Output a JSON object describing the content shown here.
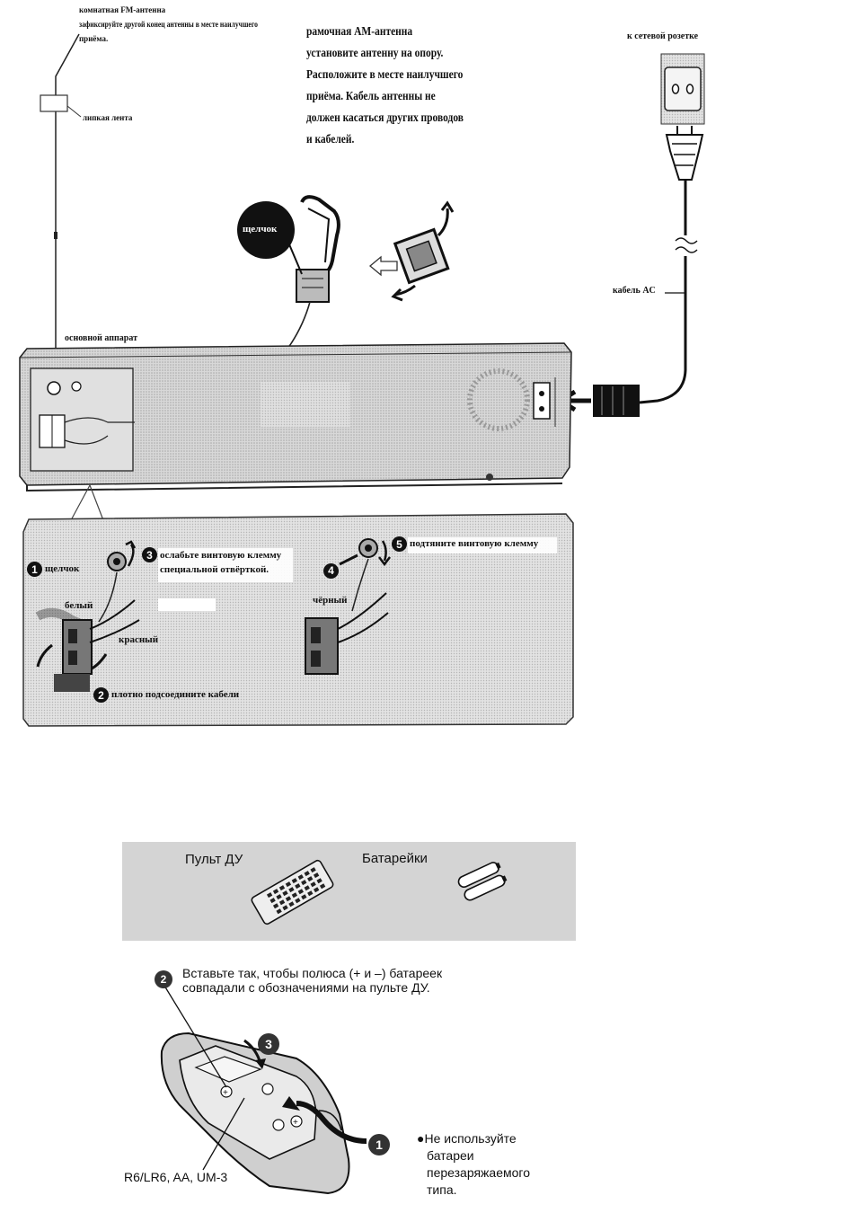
{
  "fm": {
    "title": "комнатная FM-антенна",
    "desc_line1": "зафиксируйте другой конец антенны в месте наилучшего",
    "desc_line2": "приёма.",
    "tape_label": "липкая лента"
  },
  "am": {
    "lines": [
      "рамочная AM-антенна",
      "установите антенну на опору.",
      "Расположите в месте наилучшего",
      "приёма. Кабель антенны не",
      "должен касаться других проводов",
      "и кабелей."
    ],
    "click_label": "щелчок"
  },
  "power": {
    "outlet_label": "к сетевой розетке",
    "cable_label": "кабель AC"
  },
  "main_unit_label": "основной аппарат",
  "steps": {
    "s1": {
      "num": "1",
      "text": "щелчок"
    },
    "s2": {
      "num": "2",
      "text": "плотно подсоедините кабели"
    },
    "s3": {
      "num": "3",
      "line1": "ослабьте винтовую клемму",
      "line2": "специальной отвёрткой."
    },
    "s4": {
      "num": "4"
    },
    "s5": {
      "num": "5",
      "text": "подтяните винтовую клемму"
    },
    "white_label": "белый",
    "red_label": "красный",
    "black_label": "чёрный"
  },
  "accessories": {
    "remote_label": "Пульт ДУ",
    "batteries_label": "Батарейки"
  },
  "battery": {
    "step2_num": "2",
    "instruction_line1": "Вставьте так, чтобы полюса (+ и –) батареек",
    "instruction_line2": "совпадали с обозначениями на пульте ДУ.",
    "step3_num": "3",
    "step1_num": "1",
    "type_label": "R6/LR6, AA, UM-3",
    "note_lines": [
      "Не используйте",
      "батареи",
      "перезаряжаемого",
      "типа."
    ]
  },
  "colors": {
    "panel_gray": "#d4d4d4",
    "unit_gray": "#cfcfcf",
    "line_dark": "#111111"
  }
}
